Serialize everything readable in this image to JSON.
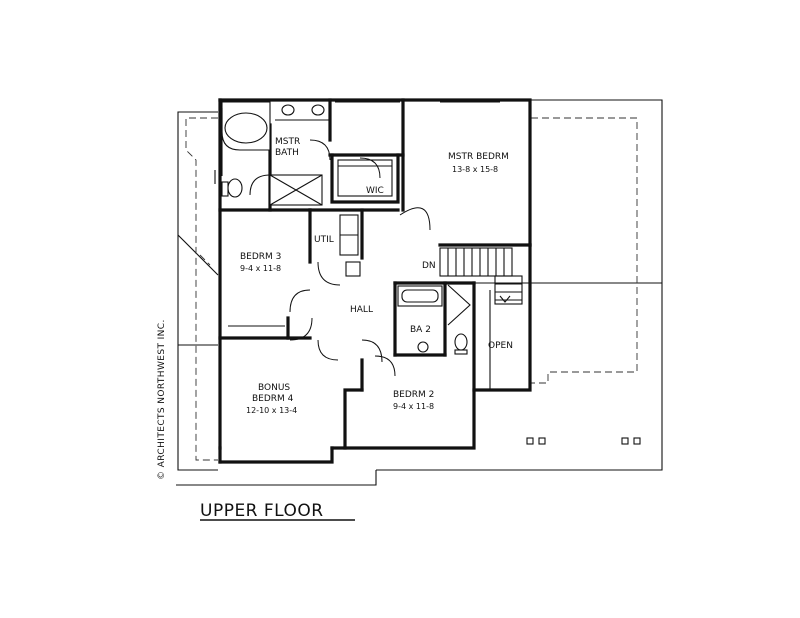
{
  "title": "UPPER FLOOR",
  "copyright": "© ARCHITECTS NORTHWEST INC.",
  "rooms": {
    "mstr_bath": {
      "line1": "MSTR",
      "line2": "BATH"
    },
    "mstr_bedrm": {
      "name": "MSTR BEDRM",
      "dims": "13-8 x 15-8"
    },
    "wic": "WIC",
    "util": "UTIL",
    "bedrm3": {
      "name": "BEDRM 3",
      "dims": "9-4 x 11-8"
    },
    "dn": "DN",
    "hall": "HALL",
    "ba2": "BA 2",
    "open": "OPEN",
    "bonus": {
      "line1": "BONUS",
      "line2": "BEDRM 4",
      "dims": "12-10 x 13-4"
    },
    "bedrm2": {
      "name": "BEDRM 2",
      "dims": "9-4 x 11-8"
    }
  }
}
